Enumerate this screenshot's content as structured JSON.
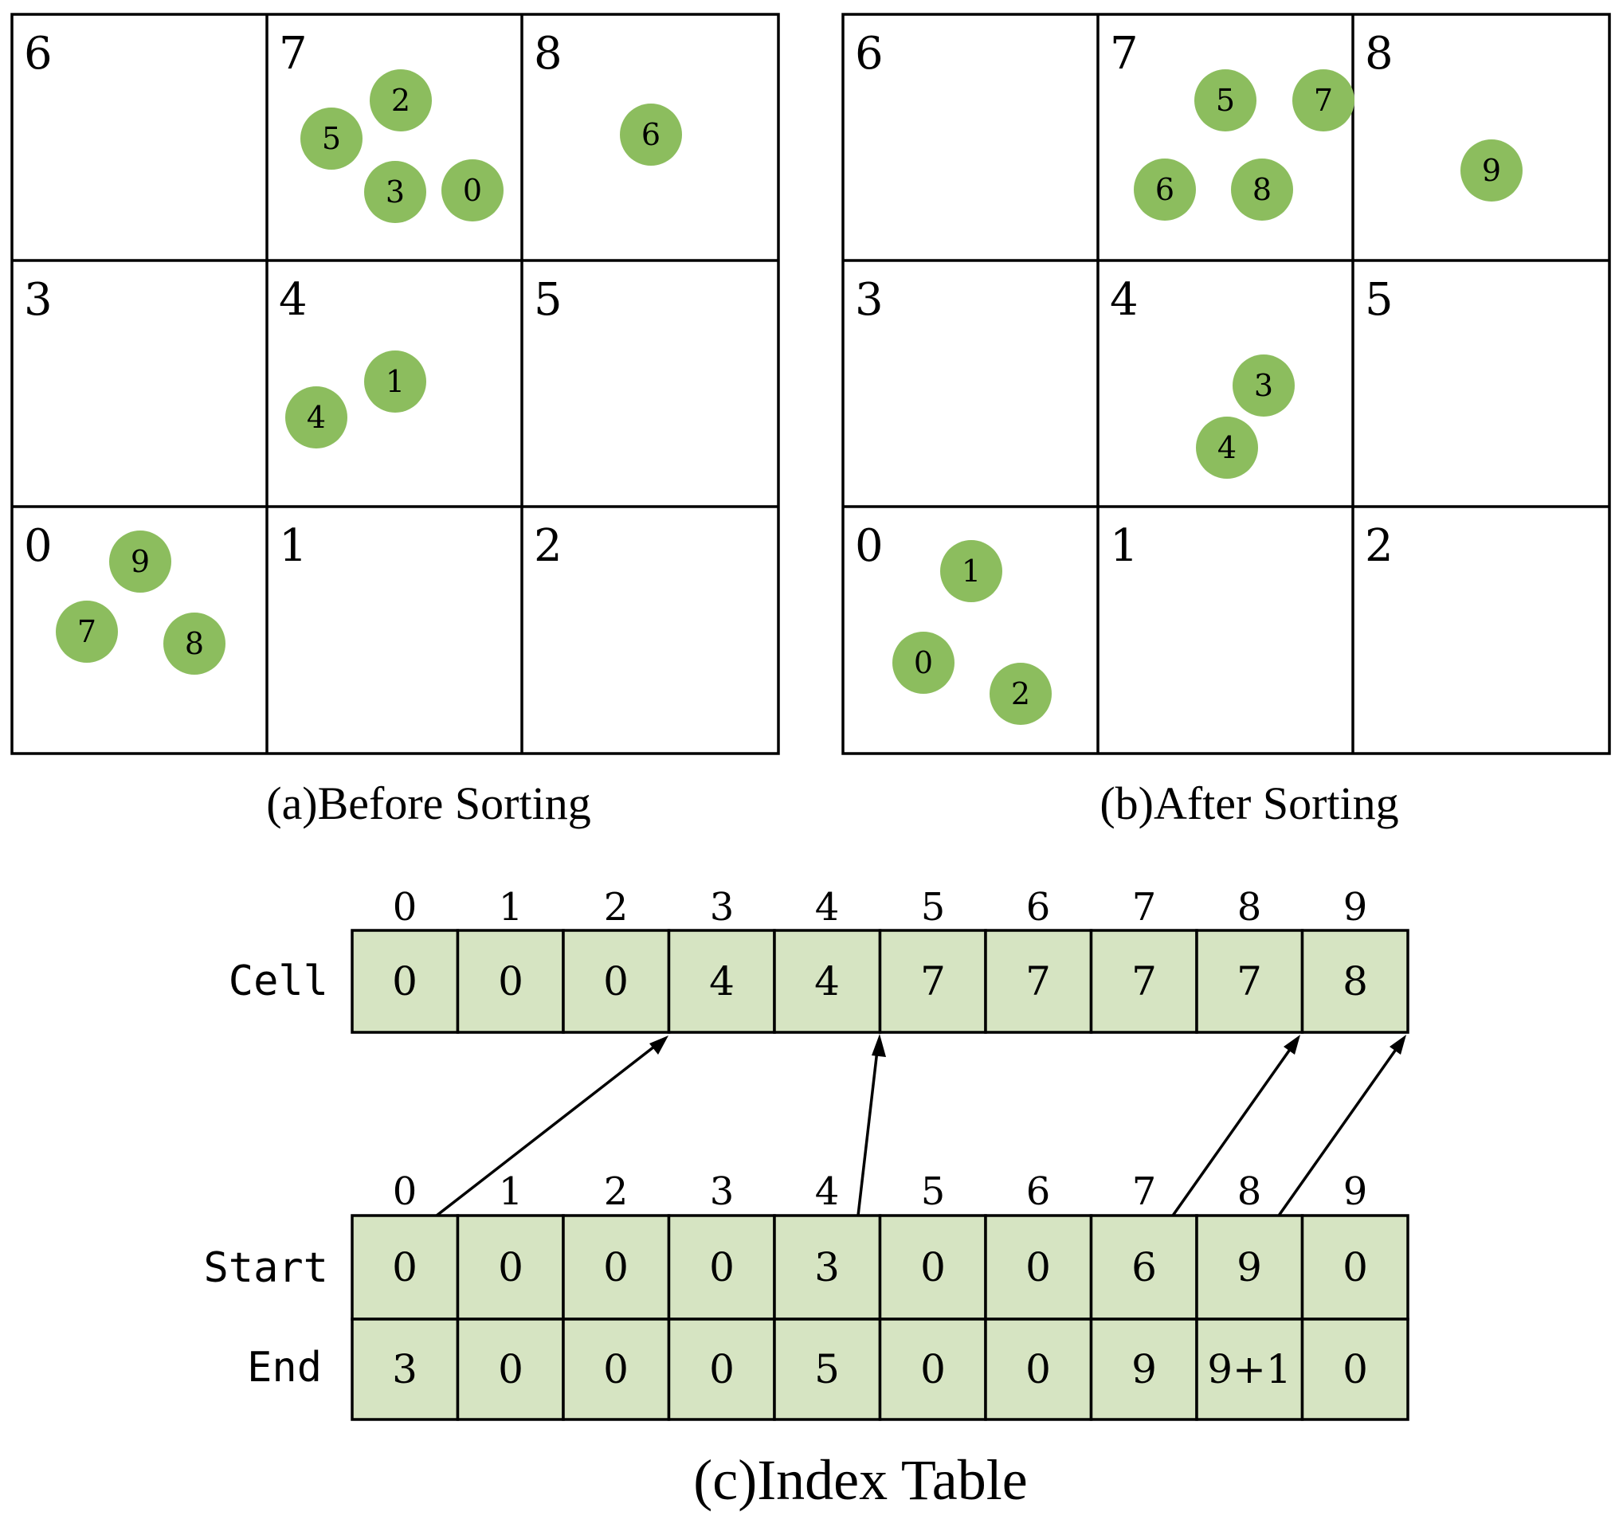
{
  "grids": [
    {
      "caption": "(a)Before Sorting",
      "cells": [
        "6",
        "7",
        "8",
        "3",
        "4",
        "5",
        "0",
        "1",
        "2"
      ],
      "particles": [
        "2",
        "5",
        "3",
        "0",
        "6",
        "1",
        "4",
        "9",
        "7",
        "8"
      ]
    },
    {
      "caption": "(b)After Sorting",
      "cells": [
        "6",
        "7",
        "8",
        "3",
        "4",
        "5",
        "0",
        "1",
        "2"
      ],
      "particles": [
        "5",
        "7",
        "6",
        "8",
        "9",
        "3",
        "4",
        "1",
        "0",
        "2"
      ]
    }
  ],
  "index_table": {
    "caption": "(c)Index Table",
    "top_indices": [
      "0",
      "1",
      "2",
      "3",
      "4",
      "5",
      "6",
      "7",
      "8",
      "9"
    ],
    "cell_label": "Cell",
    "cell_values": [
      "0",
      "0",
      "0",
      "4",
      "4",
      "7",
      "7",
      "7",
      "7",
      "8"
    ],
    "bottom_indices": [
      "0",
      "1",
      "2",
      "3",
      "4",
      "5",
      "6",
      "7",
      "8",
      "9"
    ],
    "start_label": "Start",
    "start_values": [
      "0",
      "0",
      "0",
      "0",
      "3",
      "0",
      "0",
      "6",
      "9",
      "0"
    ],
    "end_label": "End",
    "end_values": [
      "3",
      "0",
      "0",
      "0",
      "5",
      "0",
      "0",
      "9",
      "9+1",
      "0"
    ]
  },
  "colors": {
    "particle": "#8cbd5e",
    "table_cell": "#d6e4c2",
    "line": "#000000"
  }
}
